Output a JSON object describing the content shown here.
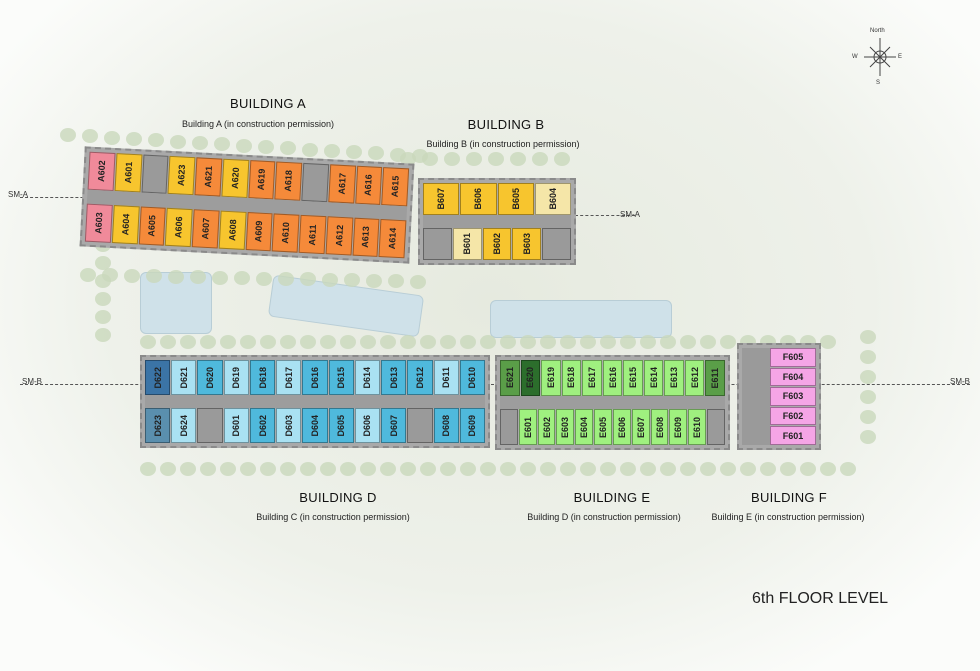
{
  "floor_label": "6th FLOOR LEVEL",
  "compass": {
    "n": "North",
    "s": "S",
    "e": "E",
    "w": "W"
  },
  "section_markers": [
    "SM-A",
    "SM-A",
    "SM-B",
    "SM-B"
  ],
  "colors": {
    "orange": "#f58a3a",
    "yellow": "#f7c52e",
    "pink": "#f08a9a",
    "pale": "#f5e6a8",
    "grey": "#9a9a9a",
    "blue": "#4fb9dc",
    "lightblue": "#a9e1f2",
    "darkblue": "#3b74a6",
    "steel": "#5a8fae",
    "green": "#9ff07f",
    "midgreen": "#5a9e48",
    "darkgreen": "#2c6e2c",
    "magenta": "#f5a5e6"
  },
  "buildings": [
    {
      "id": "A",
      "title": "BUILDING A",
      "subtitle": "Building A (in construction permission)",
      "top": [
        [
          "A602",
          "pink"
        ],
        [
          "A601",
          "yellow"
        ],
        [
          "",
          "grey"
        ],
        [
          "A623",
          "yellow"
        ],
        [
          "A621",
          "orange"
        ],
        [
          "A620",
          "yellow"
        ],
        [
          "A619",
          "orange"
        ],
        [
          "A618",
          "orange"
        ],
        [
          "",
          "grey"
        ],
        [
          "A617",
          "orange"
        ],
        [
          "A616",
          "orange"
        ],
        [
          "A615",
          "orange"
        ]
      ],
      "bottom": [
        [
          "A603",
          "pink"
        ],
        [
          "A604",
          "yellow"
        ],
        [
          "A605",
          "orange"
        ],
        [
          "A606",
          "yellow"
        ],
        [
          "A607",
          "orange"
        ],
        [
          "A608",
          "yellow"
        ],
        [
          "A609",
          "orange"
        ],
        [
          "A610",
          "orange"
        ],
        [
          "A611",
          "orange"
        ],
        [
          "A612",
          "orange"
        ],
        [
          "A613",
          "orange"
        ],
        [
          "A614",
          "orange"
        ]
      ]
    },
    {
      "id": "B",
      "title": "BUILDING B",
      "subtitle": "Building B (in construction permission)",
      "top": [
        [
          "B607",
          "yellow"
        ],
        [
          "B606",
          "yellow"
        ],
        [
          "B605",
          "yellow"
        ],
        [
          "B604",
          "pale"
        ]
      ],
      "bottom": [
        [
          "",
          "grey"
        ],
        [
          "B601",
          "pale"
        ],
        [
          "B602",
          "yellow"
        ],
        [
          "B603",
          "yellow"
        ],
        [
          "",
          "grey"
        ]
      ]
    },
    {
      "id": "D",
      "title": "BUILDING D",
      "subtitle": "Building C (in construction permission)",
      "top": [
        [
          "D622",
          "darkblue"
        ],
        [
          "D621",
          "lightblue"
        ],
        [
          "D620",
          "blue"
        ],
        [
          "D619",
          "lightblue"
        ],
        [
          "D618",
          "blue"
        ],
        [
          "D617",
          "lightblue"
        ],
        [
          "D616",
          "blue"
        ],
        [
          "D615",
          "blue"
        ],
        [
          "D614",
          "lightblue"
        ],
        [
          "D613",
          "blue"
        ],
        [
          "D612",
          "blue"
        ],
        [
          "D611",
          "lightblue"
        ],
        [
          "D610",
          "blue"
        ]
      ],
      "bottom": [
        [
          "D623",
          "steel"
        ],
        [
          "D624",
          "lightblue"
        ],
        [
          "",
          "grey"
        ],
        [
          "D601",
          "lightblue"
        ],
        [
          "D602",
          "blue"
        ],
        [
          "D603",
          "lightblue"
        ],
        [
          "D604",
          "blue"
        ],
        [
          "D605",
          "blue"
        ],
        [
          "D606",
          "lightblue"
        ],
        [
          "D607",
          "blue"
        ],
        [
          "",
          "grey"
        ],
        [
          "D608",
          "blue"
        ],
        [
          "D609",
          "blue"
        ]
      ]
    },
    {
      "id": "E",
      "title": "BUILDING E",
      "subtitle": "Building D (in construction permission)",
      "top": [
        [
          "E621",
          "midgreen"
        ],
        [
          "E620",
          "darkgreen"
        ],
        [
          "E619",
          "green"
        ],
        [
          "E618",
          "green"
        ],
        [
          "E617",
          "green"
        ],
        [
          "E616",
          "green"
        ],
        [
          "E615",
          "green"
        ],
        [
          "E614",
          "green"
        ],
        [
          "E613",
          "green"
        ],
        [
          "E612",
          "green"
        ],
        [
          "E611",
          "midgreen"
        ]
      ],
      "bottom": [
        [
          "",
          "grey"
        ],
        [
          "E601",
          "green"
        ],
        [
          "E602",
          "green"
        ],
        [
          "E603",
          "green"
        ],
        [
          "E604",
          "green"
        ],
        [
          "E605",
          "green"
        ],
        [
          "E606",
          "green"
        ],
        [
          "E607",
          "green"
        ],
        [
          "E608",
          "green"
        ],
        [
          "E609",
          "green"
        ],
        [
          "E610",
          "green"
        ],
        [
          "",
          "grey"
        ]
      ]
    },
    {
      "id": "F",
      "title": "BUILDING F",
      "subtitle": "Building E (in construction permission)",
      "units": [
        "F605",
        "F604",
        "F603",
        "F602",
        "F601"
      ]
    }
  ]
}
